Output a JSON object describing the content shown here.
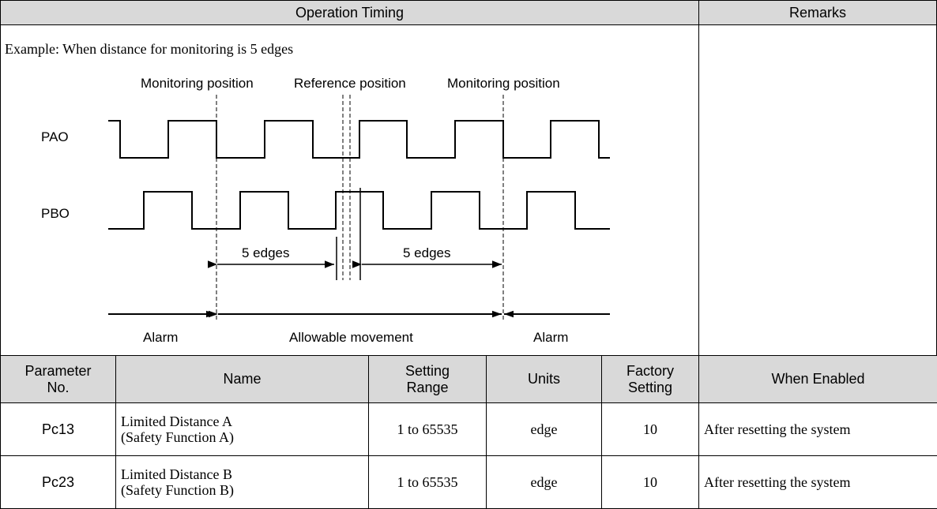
{
  "header": {
    "operation_timing": "Operation Timing",
    "remarks": "Remarks"
  },
  "example_text": "Example: When distance for monitoring is 5 edges",
  "diagram": {
    "labels": {
      "monitoring_left": "Monitoring position",
      "reference": "Reference position",
      "monitoring_right": "Monitoring position",
      "pao": "PAO",
      "pbo": "PBO",
      "edges_left": "5 edges",
      "edges_right": "5 edges",
      "alarm_left": "Alarm",
      "allowable": "Allowable movement",
      "alarm_right": "Alarm"
    }
  },
  "table": {
    "headers": {
      "param_line1": "Parameter",
      "param_line2": "No.",
      "name": "Name",
      "range_line1": "Setting",
      "range_line2": "Range",
      "units": "Units",
      "factory_line1": "Factory",
      "factory_line2": "Setting",
      "when": "When Enabled"
    },
    "rows": [
      {
        "no": "Pc13",
        "name_line1": "Limited Distance A",
        "name_line2": "(Safety Function A)",
        "range": "1 to 65535",
        "units": "edge",
        "factory": "10",
        "when": "After resetting the system"
      },
      {
        "no": "Pc23",
        "name_line1": "Limited Distance B",
        "name_line2": "(Safety Function B)",
        "range": "1 to 65535",
        "units": "edge",
        "factory": "10",
        "when": "After resetting the system"
      }
    ]
  }
}
